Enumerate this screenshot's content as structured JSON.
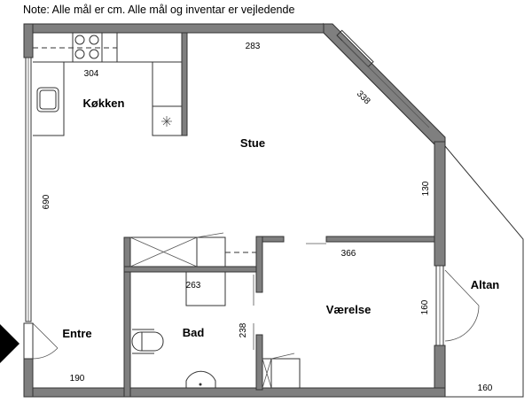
{
  "note": "Note: Alle mål er cm. Alle mål og inventar er vejledende",
  "rooms": {
    "kitchen": "Køkken",
    "living": "Stue",
    "bedroom": "Værelse",
    "bath": "Bad",
    "entrance": "Entre",
    "balcony": "Altan"
  },
  "dimensions": {
    "living_top": "283",
    "kitchen_width": "304",
    "diagonal": "338",
    "left_wall": "690",
    "right_upper": "130",
    "bedroom_width": "366",
    "bath_width": "263",
    "bath_depth": "238",
    "bedroom_window": "160",
    "entrance_width": "190",
    "balcony_width": "160"
  },
  "colors": {
    "wall": "#7f7f7f",
    "line": "#333333"
  }
}
